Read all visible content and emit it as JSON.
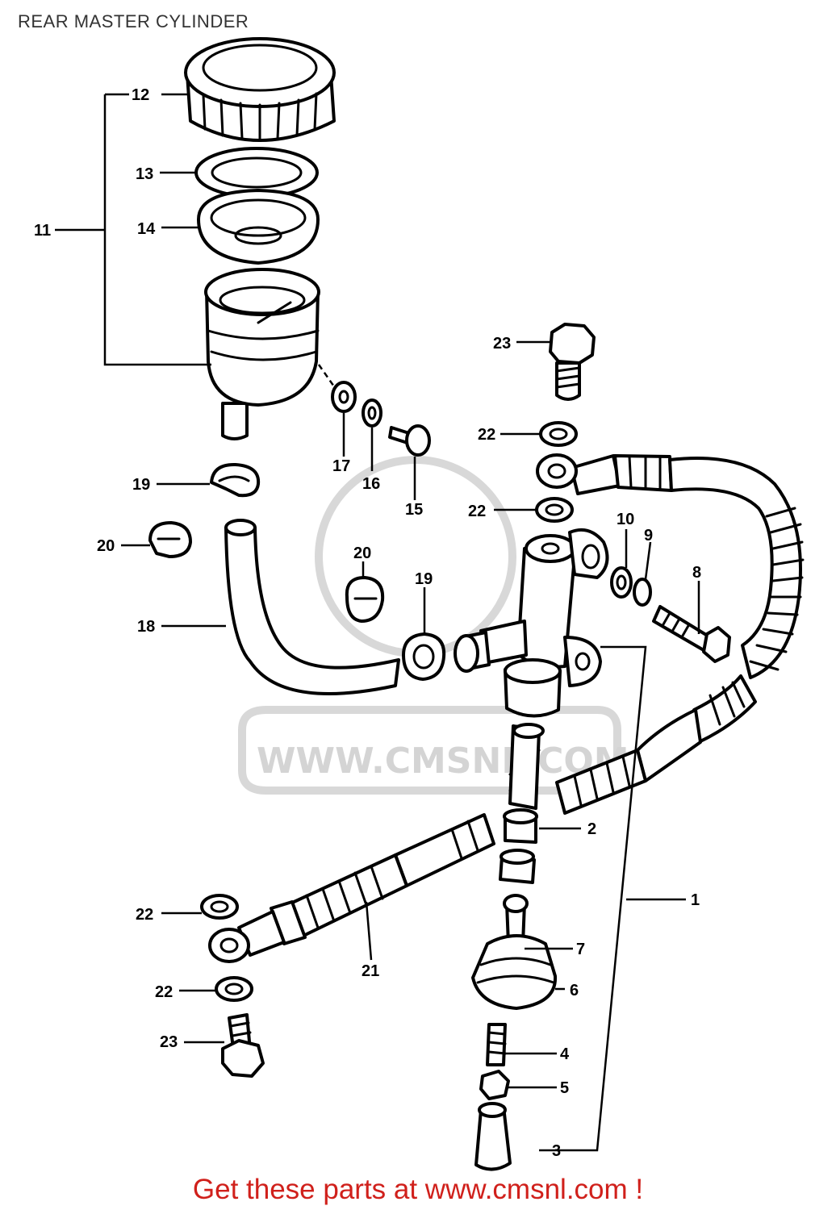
{
  "title": "REAR MASTER CYLINDER",
  "watermark": "WWW.CMSNL.COM",
  "footer": "Get these parts at www.cmsnl.com !",
  "colors": {
    "footer_text": "#d0201b",
    "title_text": "#333333",
    "watermark": "#d4d4d4"
  },
  "callouts": {
    "c1": "1",
    "c2": "2",
    "c3": "3",
    "c4": "4",
    "c5": "5",
    "c6": "6",
    "c7": "7",
    "c8": "8",
    "c9": "9",
    "c10": "10",
    "c11": "11",
    "c12": "12",
    "c13": "13",
    "c14": "14",
    "c15": "15",
    "c16": "16",
    "c17": "17",
    "c18": "18",
    "c19a": "19",
    "c19b": "19",
    "c20a": "20",
    "c20b": "20",
    "c21": "21",
    "c22a": "22",
    "c22b": "22",
    "c22c": "22",
    "c22d": "22",
    "c23a": "23",
    "c23b": "23"
  }
}
